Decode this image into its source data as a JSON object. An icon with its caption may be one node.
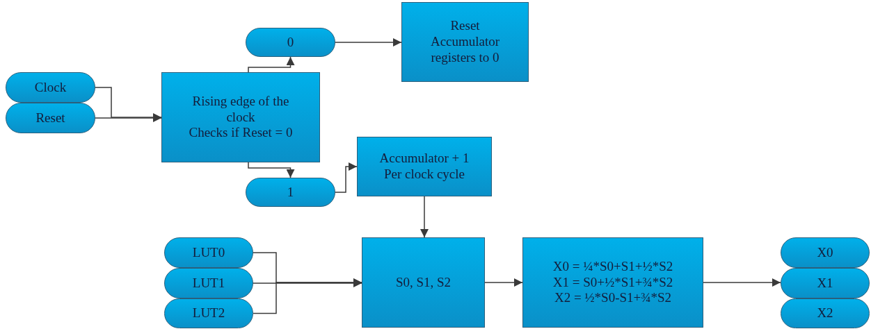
{
  "diagram": {
    "nodes": [
      {
        "text": [
          "Clock"
        ]
      },
      {
        "text": [
          "Reset"
        ]
      },
      {
        "text": [
          "Rising edge of the clock",
          "Checks if Reset = 0"
        ]
      },
      {
        "text": [
          "0"
        ]
      },
      {
        "text": [
          "Reset Accumulator registers to 0"
        ]
      },
      {
        "text": [
          "1"
        ]
      },
      {
        "text": [
          "Accumulator + 1 Per clock cycle"
        ]
      },
      {
        "text": [
          "LUT0"
        ]
      },
      {
        "text": [
          "LUT1"
        ]
      },
      {
        "text": [
          "LUT2"
        ]
      },
      {
        "text": [
          "S0, S1, S2"
        ]
      },
      {
        "text": [
          "X0 = ¼*S0+S1+½*S2",
          "X1 = S0+½*S1+¾*S2",
          "X2 = ½*S0-S1+¾*S2"
        ]
      },
      {
        "text": [
          "X0"
        ]
      },
      {
        "text": [
          "X1"
        ]
      },
      {
        "text": [
          "X2"
        ]
      }
    ],
    "edges": [
      {
        "from": 0,
        "to": 2,
        "arrow": "to"
      },
      {
        "from": 1,
        "to": 2,
        "arrow": "to"
      },
      {
        "from": 2,
        "to": 3,
        "arrow": "to"
      },
      {
        "from": 2,
        "to": 5,
        "arrow": "to"
      },
      {
        "from": 3,
        "to": 4,
        "arrow": "to"
      },
      {
        "from": 5,
        "to": 6,
        "arrow": "to"
      },
      {
        "from": 6,
        "to": 10,
        "arrow": "to"
      },
      {
        "from": 7,
        "to": 10,
        "arrow": "to"
      },
      {
        "from": 8,
        "to": 10,
        "arrow": "to"
      },
      {
        "from": 9,
        "to": 10,
        "arrow": "to"
      },
      {
        "from": 10,
        "to": 11,
        "arrow": "to"
      },
      {
        "from": 11,
        "to": 13,
        "arrow": "to"
      }
    ]
  }
}
